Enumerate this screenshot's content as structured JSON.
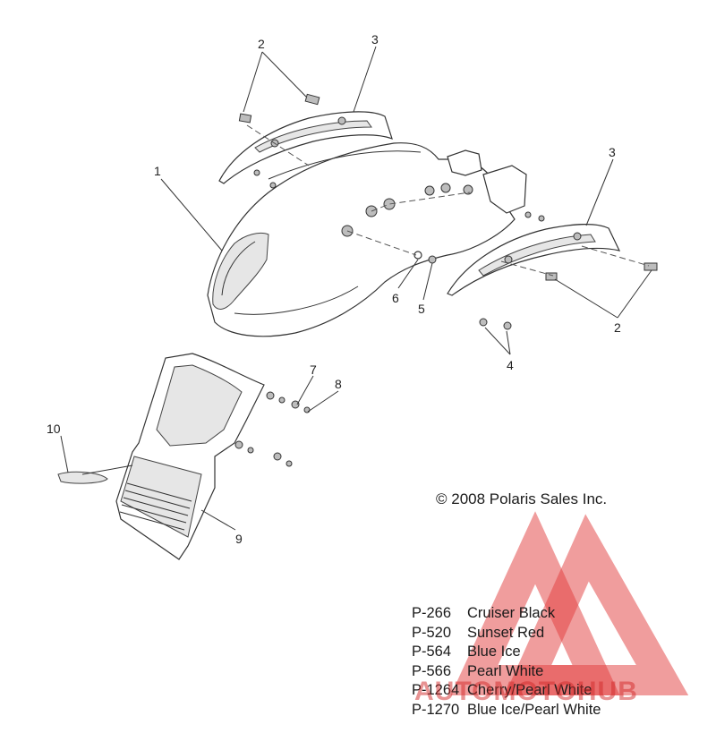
{
  "callouts": {
    "c1": "1",
    "c2a": "2",
    "c2b": "2",
    "c3a": "3",
    "c3b": "3",
    "c4": "4",
    "c5": "5",
    "c6": "6",
    "c7": "7",
    "c8": "8",
    "c9": "9",
    "c10": "10"
  },
  "copyright": "© 2008 Polaris Sales Inc.",
  "color_codes": [
    {
      "code": "P-266",
      "name": "Cruiser Black"
    },
    {
      "code": "P-520",
      "name": "Sunset Red"
    },
    {
      "code": "P-564",
      "name": "Blue Ice"
    },
    {
      "code": "P-566",
      "name": "Pearl White"
    },
    {
      "code": "P-1264",
      "name": "Cherry/Pearl White"
    },
    {
      "code": "P-1270",
      "name": "Blue Ice/Pearl White"
    }
  ],
  "watermark": {
    "text": "AUTOMOTOHUB",
    "color": "#e03a3a"
  }
}
